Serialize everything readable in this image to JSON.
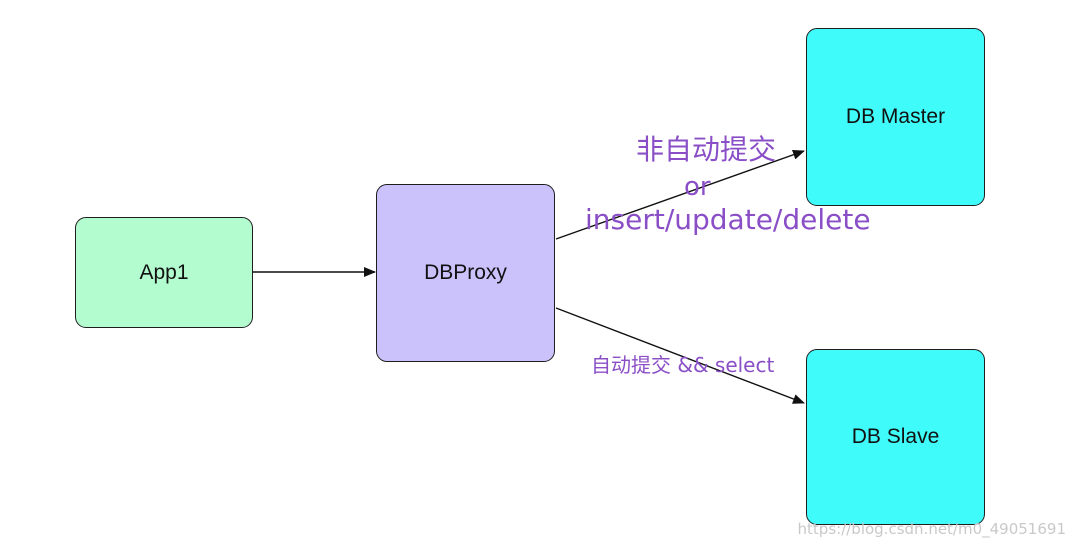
{
  "nodes": {
    "app": {
      "label": "App1",
      "color": "#b3fcd0"
    },
    "proxy": {
      "label": "DBProxy",
      "color": "#cbc2fb"
    },
    "master": {
      "label": "DB Master",
      "color": "#3ffcfb"
    },
    "slave": {
      "label": "DB Slave",
      "color": "#3ffcfb"
    }
  },
  "edges": {
    "app_to_proxy": {
      "label": ""
    },
    "proxy_to_master": {
      "label_line1": "非自动提交",
      "label_line2": "or",
      "label_line3": "insert/update/delete"
    },
    "proxy_to_slave": {
      "label": "自动提交 && select"
    }
  },
  "colors": {
    "edge_label": "#8a4fc7",
    "node_border": "#1e1e1e",
    "arrow": "#111111"
  },
  "watermark": "https://blog.csdn.net/m0_49051691"
}
